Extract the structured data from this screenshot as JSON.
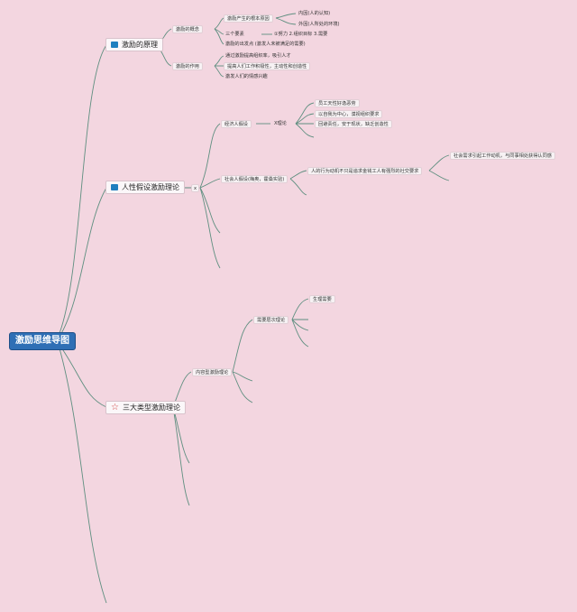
{
  "root": {
    "title": "激励思维导图"
  },
  "branches": {
    "b1": {
      "label": "激励的原理",
      "icon": "flag-icon",
      "concept": {
        "label": "激励的概念",
        "reason": {
          "label": "激励产生的根本原因",
          "items": [
            "内因(人的认知)",
            "外因(人所处的环境)"
          ]
        },
        "elements": {
          "label": "三个要素",
          "detail": "①努力 2.组织目标 3.需要"
        },
        "start": "激励的出发点 (激发人未被满足的需要)"
      },
      "functions": {
        "label": "激励的作用",
        "items": [
          "通过激励提高组织率，吸引人才",
          "提高人们工作积极性，主动性和创造性",
          "激发人们的情感兴趣"
        ]
      }
    },
    "b2": {
      "label": "人性假设激励理论",
      "icon": "flag-icon",
      "hub": "x",
      "economic": {
        "label": "经济人假设",
        "theory": {
          "label": "X理论",
          "items": [
            "员工天性好逸恶劳",
            "以自我为中心，漠视组织要求",
            "回避责任，安于现状，缺乏创造性"
          ]
        }
      },
      "social": {
        "label": "社会人假设(梅奥，霍桑实验)",
        "motive": "人的行为动机不只是追求金钱工人有强烈的社交要求",
        "need": "社会需求引起工作动机，与同事相处获得认同感"
      }
    },
    "b3": {
      "label": "三大类型激励理论",
      "icon": "star-icon",
      "content": {
        "label": "内容型激励理论",
        "hierarchy": {
          "label": "需要层次理论",
          "items": [
            "生理需要"
          ]
        }
      }
    }
  },
  "colors": {
    "connector": "#5f8f80",
    "root_fill": "#2f6fb5",
    "background": "#f3d6e0"
  }
}
